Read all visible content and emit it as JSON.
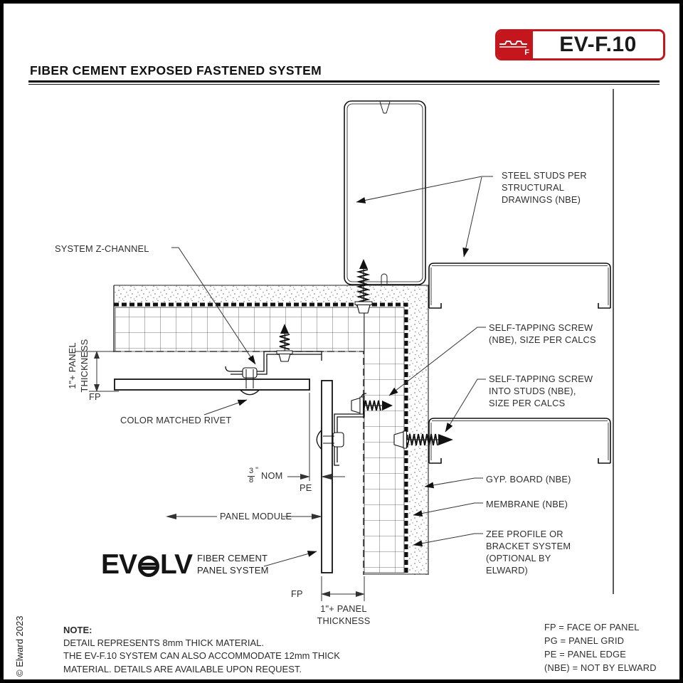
{
  "badge": {
    "code": "EV-F.10",
    "icon_letter": "F",
    "red": "#c4161c"
  },
  "title": "FIBER CEMENT EXPOSED FASTENED SYSTEM",
  "callouts": {
    "steel_studs": "STEEL STUDS PER\nSTRUCTURAL\nDRAWINGS (NBE)",
    "system_z_channel": "SYSTEM Z-CHANNEL",
    "color_matched_rivet": "COLOR MATCHED RIVET",
    "self_tapping_screw_1": "SELF-TAPPING SCREW\n(NBE), SIZE PER CALCS",
    "self_tapping_screw_2": "SELF-TAPPING SCREW\nINTO STUDS (NBE),\nSIZE PER CALCS",
    "gyp_board": "GYP. BOARD (NBE)",
    "membrane": "MEMBRANE (NBE)",
    "zee_profile": "ZEE PROFILE OR\nBRACKET SYSTEM\n(OPTIONAL BY\nELWARD)"
  },
  "dims": {
    "panel_thickness_left": "1\"+ PANEL\nTHICKNESS",
    "fp_left": "FP",
    "nom_frac": {
      "num": "3",
      "den": "8",
      "mark": "\""
    },
    "nom_label": "NOM",
    "pe": "PE",
    "panel_module": "PANEL MODULE",
    "fp_bottom": "FP",
    "panel_thickness_bottom": "1\"+ PANEL\nTHICKNESS"
  },
  "logo": {
    "ev": "EV",
    "lv": "LV",
    "tagline": "FIBER CEMENT\nPANEL SYSTEM"
  },
  "note": {
    "heading": "NOTE:",
    "lines": [
      "DETAIL REPRESENTS 8mm THICK MATERIAL.",
      "THE EV-F.10 SYSTEM CAN ALSO ACCOMMODATE 12mm THICK",
      "MATERIAL.  DETAILS ARE AVAILABLE UPON REQUEST."
    ]
  },
  "legend": {
    "lines": [
      "FP = FACE OF PANEL",
      "PG = PANEL GRID",
      "PE = PANEL EDGE",
      "(NBE) = NOT BY ELWARD"
    ]
  },
  "copyright": "© Elward 2023"
}
